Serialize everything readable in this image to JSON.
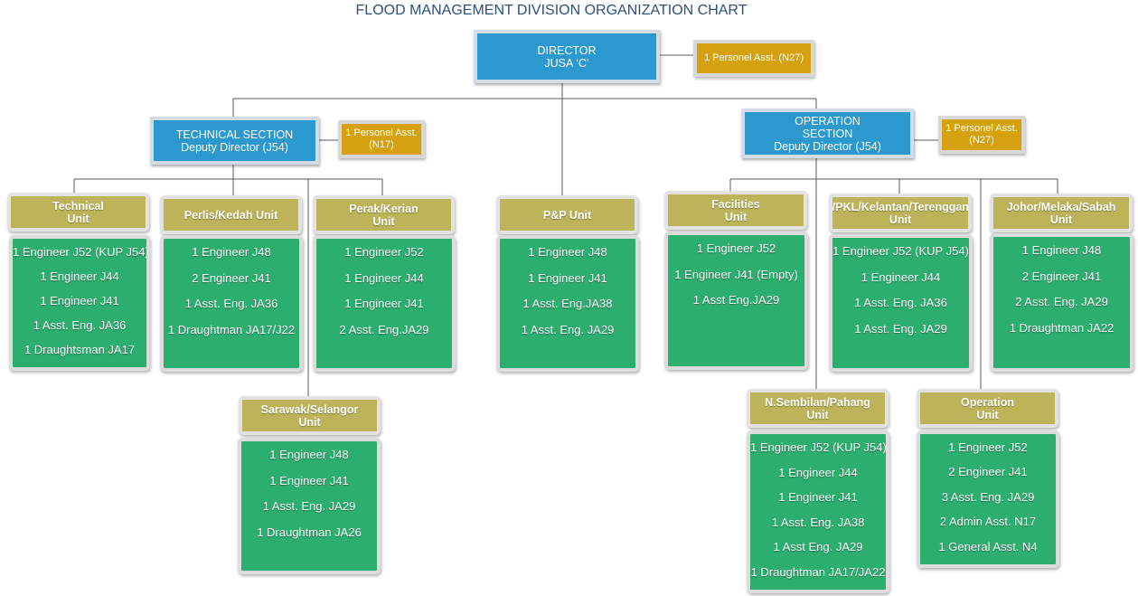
{
  "title": "FLOOD MANAGEMENT DIVISION ORGANIZATION CHART",
  "director": {
    "line1": "DIRECTOR",
    "line2": "JUSA ‘C’"
  },
  "director_assistant": "1 Personel Asst. (N27)",
  "technical_section": {
    "line1": "TECHNICAL SECTION",
    "line2": "Deputy Director (J54)"
  },
  "technical_assistant": {
    "line1": "1 Personel Asst.",
    "line2": "(N17)"
  },
  "operation_section": {
    "line1": "OPERATION",
    "line2": "SECTION",
    "line3": "Deputy Director  (J54)"
  },
  "operation_assistant": {
    "line1": "1 Personel Asst.",
    "line2": "(N27)"
  },
  "units": {
    "technical": {
      "name": [
        "Technical",
        "Unit"
      ],
      "staff": [
        "1 Engineer J52 (KUP J54)",
        "1 Engineer J44",
        "1 Engineer J41",
        "1 Asst. Eng. JA36",
        "1 Draughtsman JA17"
      ]
    },
    "perlis_kedah": {
      "name": [
        "Perlis/Kedah Unit"
      ],
      "staff": [
        "1 Engineer J48",
        "2 Engineer J41",
        "1 Asst. Eng. JA36",
        "1 Draughtman JA17/J22"
      ]
    },
    "perak_kerian": {
      "name": [
        "Perak/Kerian",
        "Unit"
      ],
      "staff": [
        "1 Engineer J52",
        "1 Engineer J44",
        "1 Engineer J41",
        "2 Asst. Eng.JA29"
      ]
    },
    "sarawak_selangor": {
      "name": [
        "Sarawak/Selangor",
        "Unit"
      ],
      "staff": [
        "1 Engineer J48",
        "1 Engineer J41",
        "1 Asst. Eng. JA29",
        "1 Draughtman JA26"
      ]
    },
    "pp": {
      "name": [
        "P&P Unit"
      ],
      "staff": [
        "1 Engineer J48",
        "1 Engineer J41",
        "1 Asst. Eng.JA38",
        "1 Asst. Eng. JA29"
      ]
    },
    "facilities": {
      "name": [
        "Facilities",
        "Unit"
      ],
      "staff": [
        "1 Engineer J52",
        "1 Engineer J41 (Empty)",
        "1 Asst  Eng.JA29"
      ]
    },
    "wpkl": {
      "name": [
        "WPKL/Kelantan/Terengganu",
        "Unit"
      ],
      "staff": [
        "1 Engineer J52 (KUP J54)",
        "1 Engineer J44",
        "1 Asst. Eng. JA36",
        "1 Asst. Eng. JA29"
      ]
    },
    "johor": {
      "name": [
        "Johor/Melaka/Sabah",
        "Unit"
      ],
      "staff": [
        "1 Engineer J48",
        "2 Engineer J41",
        "2 Asst. Eng. JA29",
        "1 Draughtman JA22"
      ]
    },
    "nsembilan": {
      "name": [
        "N.Sembilan/Pahang",
        "Unit"
      ],
      "staff": [
        "1 Engineer J52 (KUP J54)",
        "1 Engineer J44",
        "1 Engineer J41",
        "1 Asst. Eng. JA38",
        "1 Asst Eng. JA29",
        "1 Draughtman JA17/JA22"
      ]
    },
    "operation": {
      "name": [
        "Operation",
        "Unit"
      ],
      "staff": [
        "1 Engineer J52",
        "2 Engineer J41",
        "3 Asst. Eng. JA29",
        "2 Admin Asst. N17",
        "1 General Asst. N4"
      ]
    }
  }
}
